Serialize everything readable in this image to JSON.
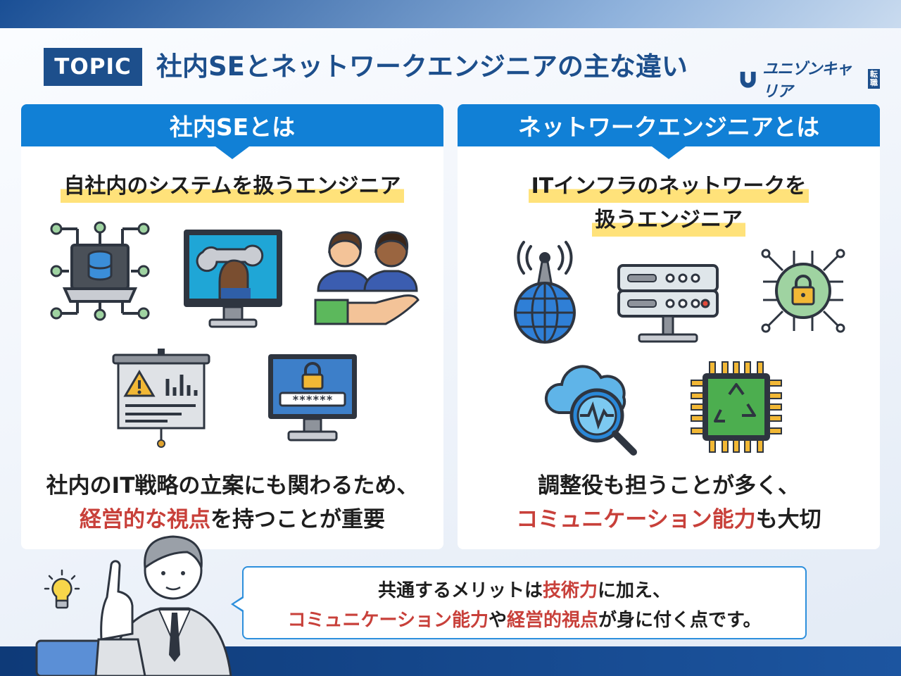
{
  "header": {
    "badge": "TOPIC",
    "title": "社内SEとネットワークエンジニアの主な違い",
    "logo_text": "ユニゾンキャリア",
    "logo_tag": "転職"
  },
  "left_panel": {
    "heading": "社内SEとは",
    "highlight": "自社内のシステムを扱うエンジニア",
    "desc_line1": "社内のIT戦略の立案にも関わるため、",
    "desc_line2_red": "経営的な視点",
    "desc_line2_rest": "を持つことが重要",
    "password_mask": "******"
  },
  "right_panel": {
    "heading": "ネットワークエンジニアとは",
    "highlight_line1": "ITインフラのネットワークを",
    "highlight_line2": "扱うエンジニア",
    "desc_line1": "調整役も担うことが多く、",
    "desc_line2_red": "コミュニケーション能力",
    "desc_line2_rest": "も大切"
  },
  "speech": {
    "line1_a": "共通するメリットは",
    "line1_red": "技術力",
    "line1_b": "に加え、",
    "line2_red1": "コミュニケーション能力",
    "line2_a": "や",
    "line2_red2": "経営的視点",
    "line2_b": "が身に付く点です。"
  },
  "colors": {
    "brand_navy": "#1d4f8c",
    "panel_header_blue": "#1180d6",
    "highlight_yellow": "#ffe27a",
    "accent_red": "#c8403a"
  },
  "icons": {
    "left": [
      "laptop-database-circuit-icon",
      "monitor-wrench-icon",
      "hand-offering-people-icon",
      "presentation-warning-chart-icon",
      "monitor-password-lock-icon"
    ],
    "right": [
      "globe-antenna-icon",
      "server-rack-icon",
      "circuit-shield-lock-icon",
      "cloud-magnifier-pulse-icon",
      "chip-recycle-icon"
    ],
    "misc": [
      "lightbulb-icon",
      "businessman-pointing-icon"
    ]
  }
}
